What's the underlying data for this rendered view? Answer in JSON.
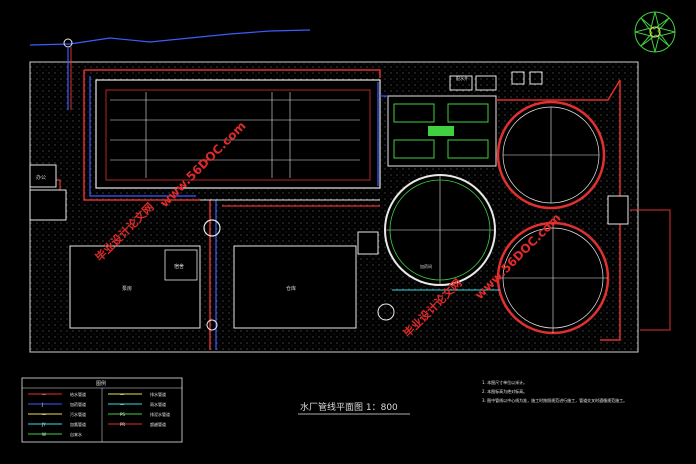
{
  "title": "水厂管线平面图  1：800",
  "buildings": {
    "left_small_a": "办公",
    "left_small_b": "宿舍",
    "pump_house": "泵房",
    "store": "仓库",
    "rect_a": "配水井",
    "rect_b": "加药间"
  },
  "legend": {
    "header": "图例",
    "rows": [
      {
        "sym": "—",
        "name": "给水管道",
        "sym2": "—",
        "name2": "排水管道"
      },
      {
        "sym": "J",
        "name": "加药管道",
        "sym2": "—",
        "name2": "雨水管道"
      },
      {
        "sym": "—",
        "name": "污水管道",
        "sym2": "PS",
        "name2": "排泥水管道"
      },
      {
        "sym": "JY",
        "name": "加氯管道",
        "sym2": "PR",
        "name2": "超越管道"
      },
      {
        "sym": "W",
        "name": "自来水",
        "sym2": "",
        "name2": ""
      }
    ]
  },
  "notes": [
    "1. 本图尺寸单位以米计。",
    "2. 本图标高为绝对标高。",
    "3. 图中管线以中心线为准，施工时按照规范进行施工，管道交叉时遵循规范施工。"
  ],
  "watermarks": [
    "毕业设计论文网",
    "www.56DOC.com",
    "毕业设计论文网",
    "www.56DOC.com"
  ],
  "colors": {
    "background": "#000000",
    "pipe_red": "#e03030",
    "pipe_blue": "#3a5cff",
    "cyan": "#38d8e8",
    "green": "#40d040",
    "white": "#e8e8e8",
    "yellow": "#e8e050"
  },
  "icons": {
    "north_arrow": "compass-rose-icon"
  }
}
